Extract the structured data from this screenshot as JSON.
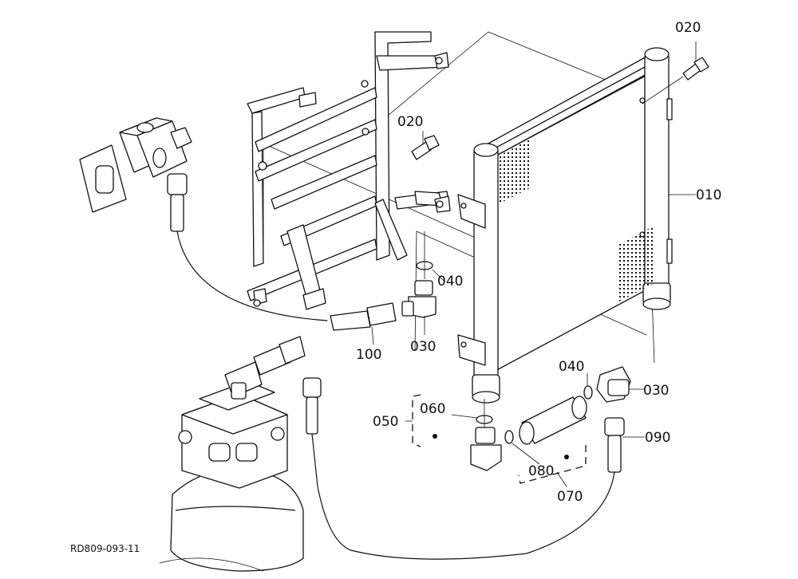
{
  "figure_id": "RD809-093-11",
  "callouts": {
    "c010": "010",
    "c020_top": "020",
    "c020_mid": "020",
    "c030_right": "030",
    "c030_mid": "030",
    "c040_mid": "040",
    "c040_right": "040",
    "c050": "050",
    "c060": "060",
    "c070": "070",
    "c080": "080",
    "c090": "090",
    "c100": "100"
  }
}
